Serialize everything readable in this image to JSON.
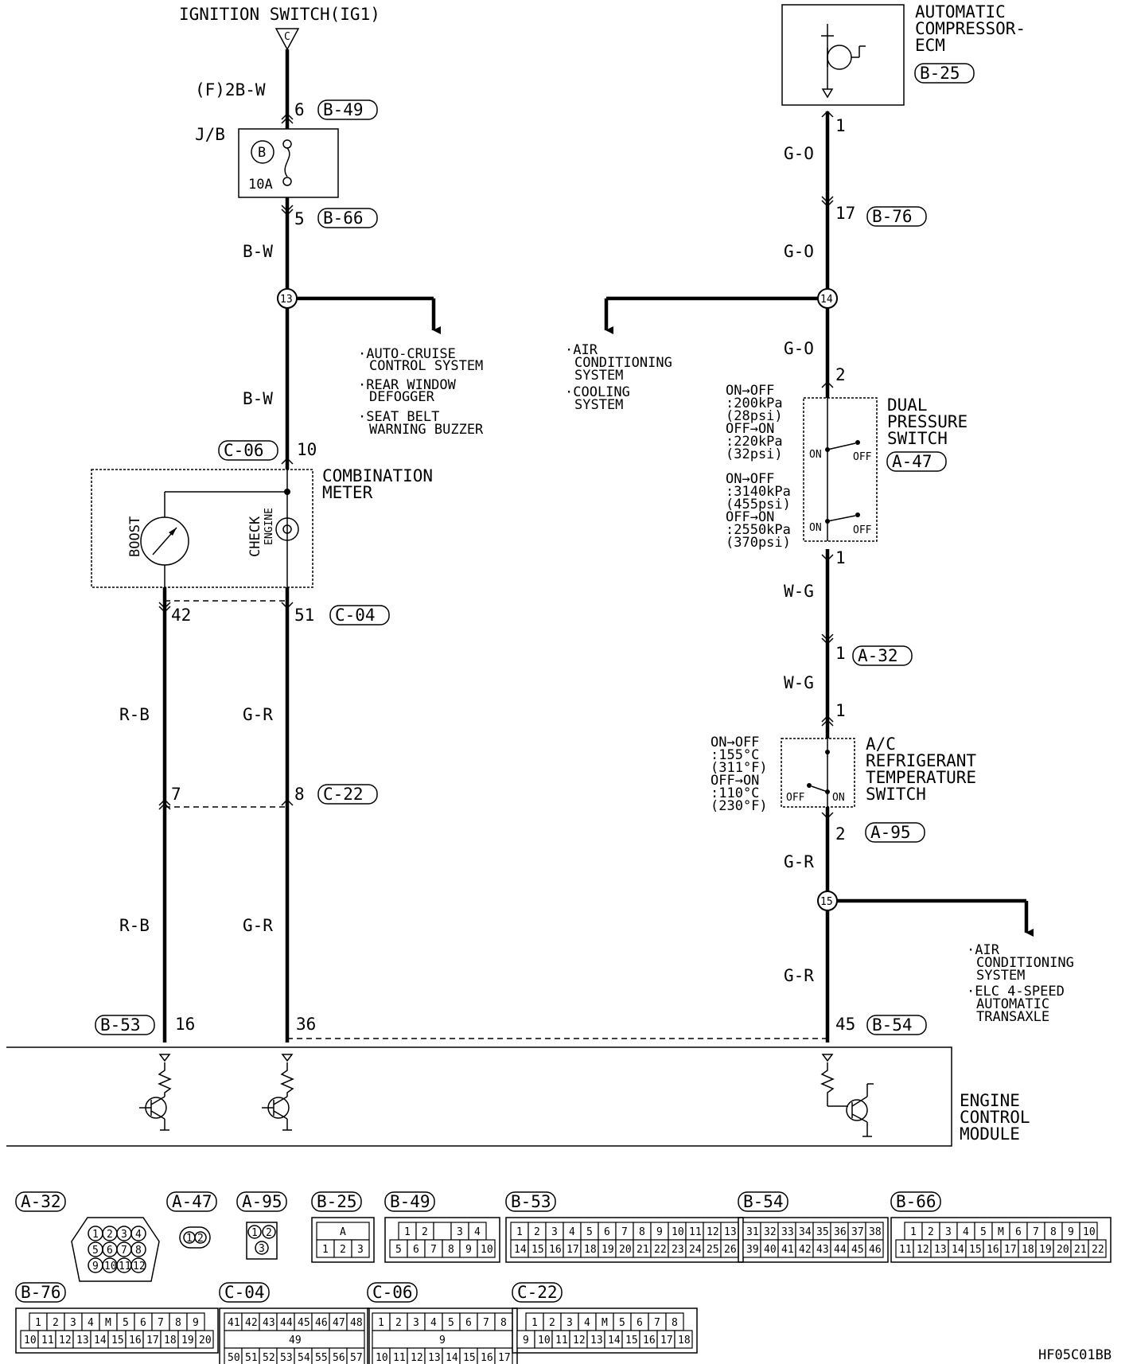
{
  "title": "IGNITION SWITCH(IG1)",
  "title_symbol": "C",
  "drawing_id": "HF05C01BB",
  "wires": {
    "left_main": [
      "(F)2B-W",
      "B-W",
      "B-W"
    ],
    "boost_wire": [
      "R-B",
      "R-B"
    ],
    "engine_wire": [
      "G-R",
      "G-R"
    ],
    "right_wire": [
      "G-O",
      "G-O",
      "G-O",
      "W-G",
      "W-G",
      "G-R",
      "G-R"
    ]
  },
  "pins": {
    "p6": "6",
    "p5": "5",
    "p10": "10",
    "p42": "42",
    "p51": "51",
    "p7": "7",
    "p8": "8",
    "p16": "16",
    "p36": "36",
    "r1": "1",
    "r17": "17",
    "r2": "2",
    "r1b": "1",
    "r1c": "1",
    "r1d": "1",
    "r2b": "2",
    "r45": "45"
  },
  "connectors": {
    "b49": "B-49",
    "b66": "B-66",
    "c06": "C-06",
    "c04": "C-04",
    "c22": "C-22",
    "b53": "B-53",
    "b25": "B-25",
    "b76": "B-76",
    "a47": "A-47",
    "a32": "A-32",
    "a95": "A-95",
    "b54": "B-54"
  },
  "junctions": {
    "j13": "13",
    "j14": "14",
    "j15": "15"
  },
  "jb": {
    "label": "J/B",
    "fuse_id": "B",
    "fuse_rating": "10A"
  },
  "components": {
    "compressor_ecm": [
      "AUTOMATIC",
      "COMPRESSOR-",
      "ECM"
    ],
    "combination_meter": [
      "COMBINATION",
      "METER"
    ],
    "boost": "BOOST",
    "check_engine": [
      "CHECK",
      "ENGINE"
    ],
    "dual_pressure_switch": [
      "DUAL",
      "PRESSURE",
      "SWITCH"
    ],
    "ac_temp_switch": [
      "A/C",
      "REFRIGERANT",
      "TEMPERATURE",
      "SWITCH"
    ],
    "ecm": [
      "ENGINE",
      "CONTROL",
      "MODULE"
    ]
  },
  "branches": {
    "left": [
      "·AUTO-CRUISE",
      "CONTROL SYSTEM",
      "·REAR WINDOW",
      "DEFOGGER",
      "·SEAT BELT",
      "WARNING BUZZER"
    ],
    "middle": [
      "·AIR",
      "CONDITIONING",
      "SYSTEM",
      "·COOLING",
      "SYSTEM"
    ],
    "bottom": [
      "·AIR",
      "CONDITIONING",
      "SYSTEM",
      "·ELC 4-SPEED",
      "AUTOMATIC",
      "TRANSAXLE"
    ]
  },
  "switch_specs": {
    "dual_low": [
      "ON→OFF",
      ":200kPa",
      "(28psi)",
      "OFF→ON",
      ":220kPa",
      "(32psi)"
    ],
    "dual_high": [
      "ON→OFF",
      ":3140kPa",
      "(455psi)",
      "OFF→ON",
      ":2550kPa",
      "(370psi)"
    ],
    "temp": [
      "ON→OFF",
      ":155°C",
      "(311°F)",
      "OFF→ON",
      ":110°C",
      "(230°F)"
    ],
    "on": "ON",
    "off": "OFF"
  },
  "connector_views": [
    {
      "id": "A-32",
      "type": "round",
      "rows": [
        [
          "1",
          "2",
          "3",
          "4"
        ],
        [
          "5",
          "6",
          "7",
          "8"
        ],
        [
          "9",
          "10",
          "11",
          "12"
        ]
      ]
    },
    {
      "id": "A-47",
      "type": "oval",
      "rows": [
        [
          "1",
          "2"
        ]
      ]
    },
    {
      "id": "A-95",
      "type": "small",
      "rows": [
        [
          "1",
          "2"
        ],
        [
          "3"
        ]
      ]
    },
    {
      "id": "B-25",
      "type": "grid",
      "rows": [
        [
          "A"
        ],
        [
          "1",
          "2",
          "3"
        ]
      ]
    },
    {
      "id": "B-49",
      "type": "grid",
      "rows": [
        [
          "1",
          "2",
          "",
          "3",
          "4"
        ],
        [
          "5",
          "6",
          "7",
          "8",
          "9",
          "10"
        ]
      ]
    },
    {
      "id": "B-53",
      "type": "grid",
      "rows": [
        [
          "1",
          "2",
          "3",
          "4",
          "5",
          "6",
          "7",
          "8",
          "9",
          "10",
          "11",
          "12",
          "13"
        ],
        [
          "14",
          "15",
          "16",
          "17",
          "18",
          "19",
          "20",
          "21",
          "22",
          "23",
          "24",
          "25",
          "26"
        ]
      ]
    },
    {
      "id": "B-54",
      "type": "grid",
      "rows": [
        [
          "31",
          "32",
          "33",
          "34",
          "35",
          "36",
          "37",
          "38"
        ],
        [
          "39",
          "40",
          "41",
          "42",
          "43",
          "44",
          "45",
          "46"
        ]
      ]
    },
    {
      "id": "B-66",
      "type": "grid",
      "rows": [
        [
          "1",
          "2",
          "3",
          "4",
          "5",
          "M",
          "6",
          "7",
          "8",
          "9",
          "10"
        ],
        [
          "11",
          "12",
          "13",
          "14",
          "15",
          "16",
          "17",
          "18",
          "19",
          "20",
          "21",
          "22"
        ]
      ]
    },
    {
      "id": "B-76",
      "type": "grid",
      "rows": [
        [
          "1",
          "2",
          "3",
          "4",
          "M",
          "5",
          "6",
          "7",
          "8",
          "9"
        ],
        [
          "10",
          "11",
          "12",
          "13",
          "14",
          "15",
          "16",
          "17",
          "18",
          "19",
          "20"
        ]
      ]
    },
    {
      "id": "C-04",
      "type": "grid",
      "rows": [
        [
          "41",
          "42",
          "43",
          "44",
          "45",
          "46",
          "47",
          "48"
        ],
        [
          "49"
        ],
        [
          "50",
          "51",
          "52",
          "53",
          "54",
          "55",
          "56",
          "57"
        ]
      ]
    },
    {
      "id": "C-06",
      "type": "grid",
      "rows": [
        [
          "1",
          "2",
          "3",
          "4",
          "5",
          "6",
          "7",
          "8"
        ],
        [
          "9"
        ],
        [
          "10",
          "11",
          "12",
          "13",
          "14",
          "15",
          "16",
          "17"
        ]
      ]
    },
    {
      "id": "C-22",
      "type": "grid",
      "rows": [
        [
          "1",
          "2",
          "3",
          "4",
          "M",
          "5",
          "6",
          "7",
          "8"
        ],
        [
          "9",
          "10",
          "11",
          "12",
          "13",
          "14",
          "15",
          "16",
          "17",
          "18"
        ]
      ]
    }
  ]
}
